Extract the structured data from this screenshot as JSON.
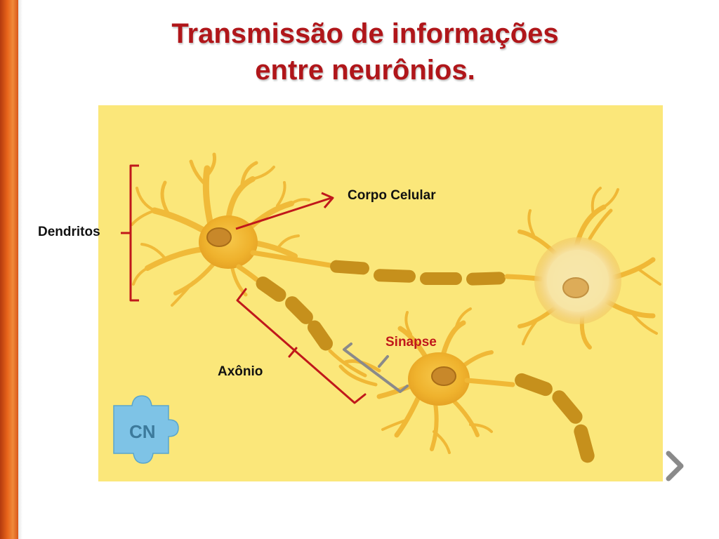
{
  "slide": {
    "title_line1": "Transmissão de informações",
    "title_line2": "entre neurônios."
  },
  "labels": {
    "dendritos": "Dendritos",
    "corpo_celular": "Corpo Celular",
    "sinapse": "Sinapse",
    "axonio": "Axônio"
  },
  "logo": {
    "text": "CN"
  },
  "colors": {
    "title": "#b0161a",
    "accent_bar": "#e8641a",
    "diagram_bg": "#fbe77a",
    "bracket_red": "#c0181b",
    "bracket_gray": "#8a8a8a",
    "neuron": "#eeb22c",
    "myelin": "#c6901c",
    "puzzle": "#7ec3e6"
  },
  "navigation": {
    "next_icon": "chevron-right-icon"
  }
}
